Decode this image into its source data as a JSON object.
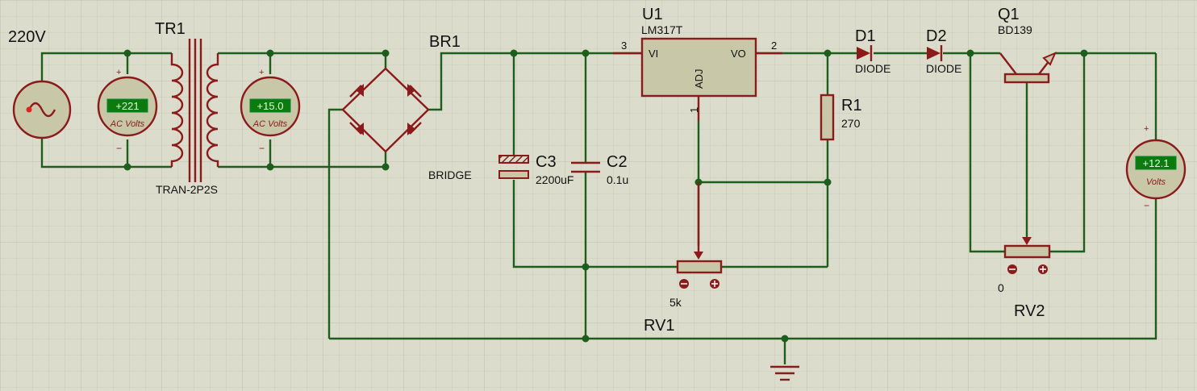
{
  "labels": {
    "source_voltage": "220V",
    "tr1": "TR1",
    "tr1_type": "TRAN-2P2S",
    "br1": "BR1",
    "bridge": "BRIDGE",
    "u1": "U1",
    "u1_type": "LM317T",
    "u1_vi": "VI",
    "u1_vo": "VO",
    "u1_adj": "ADJ",
    "u1_pin1": "1",
    "u1_pin2": "2",
    "u1_pin3": "3",
    "c3": "C3",
    "c3_value": "2200uF",
    "c2": "C2",
    "c2_value": "0.1u",
    "r1": "R1",
    "r1_value": "270",
    "rv1": "RV1",
    "rv1_value": "5k",
    "d1": "D1",
    "d1_type": "DIODE",
    "d2": "D2",
    "d2_type": "DIODE",
    "q1": "Q1",
    "q1_type": "BD139",
    "rv2": "RV2",
    "rv2_value": "0"
  },
  "meters": {
    "vm1": {
      "reading": "+221",
      "unit": "AC Volts",
      "plus": "+",
      "minus": "−"
    },
    "vm2": {
      "reading": "+15.0",
      "unit": "AC Volts",
      "plus": "+",
      "minus": "−"
    },
    "vm3": {
      "reading": "+12.1",
      "unit": "Volts",
      "plus": "+",
      "minus": "−"
    }
  },
  "colors": {
    "background": "#dcdccc",
    "grid": "#c6c6b4",
    "wire": "#1d5e1d",
    "component": "#8b1a1a",
    "component_fill": "#c8c8a8",
    "display": "#0d7a0d"
  }
}
